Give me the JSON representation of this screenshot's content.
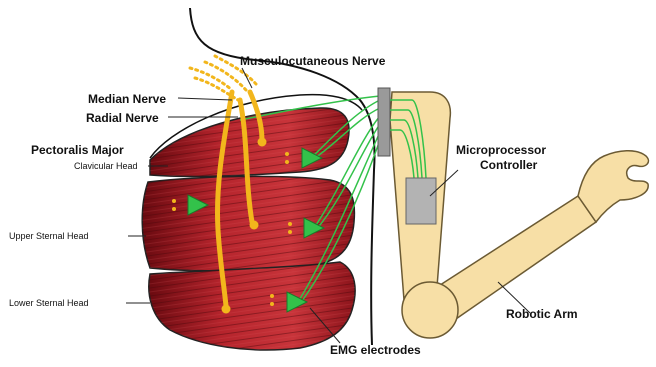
{
  "labels": {
    "musculocutaneous": "Musculocutaneous Nerve",
    "median": "Median Nerve",
    "radial": "Radial Nerve",
    "pectoralis": "Pectoralis Major",
    "clavicular": "Clavicular Head",
    "upper_sternal": "Upper Sternal Head",
    "lower_sternal": "Lower Sternal Head",
    "microprocessor_line1": "Microprocessor",
    "microprocessor_line2": "Controller",
    "robotic_arm": "Robotic Arm",
    "emg": "EMG electrodes"
  },
  "colors": {
    "muscle_dark": "#7a0d12",
    "muscle_mid": "#b3222a",
    "nerve": "#f2b61c",
    "electrode": "#33c24a",
    "arm_fill": "#f7dfa6",
    "arm_outline": "#6b5a33",
    "chip": "#b3b3b3"
  }
}
